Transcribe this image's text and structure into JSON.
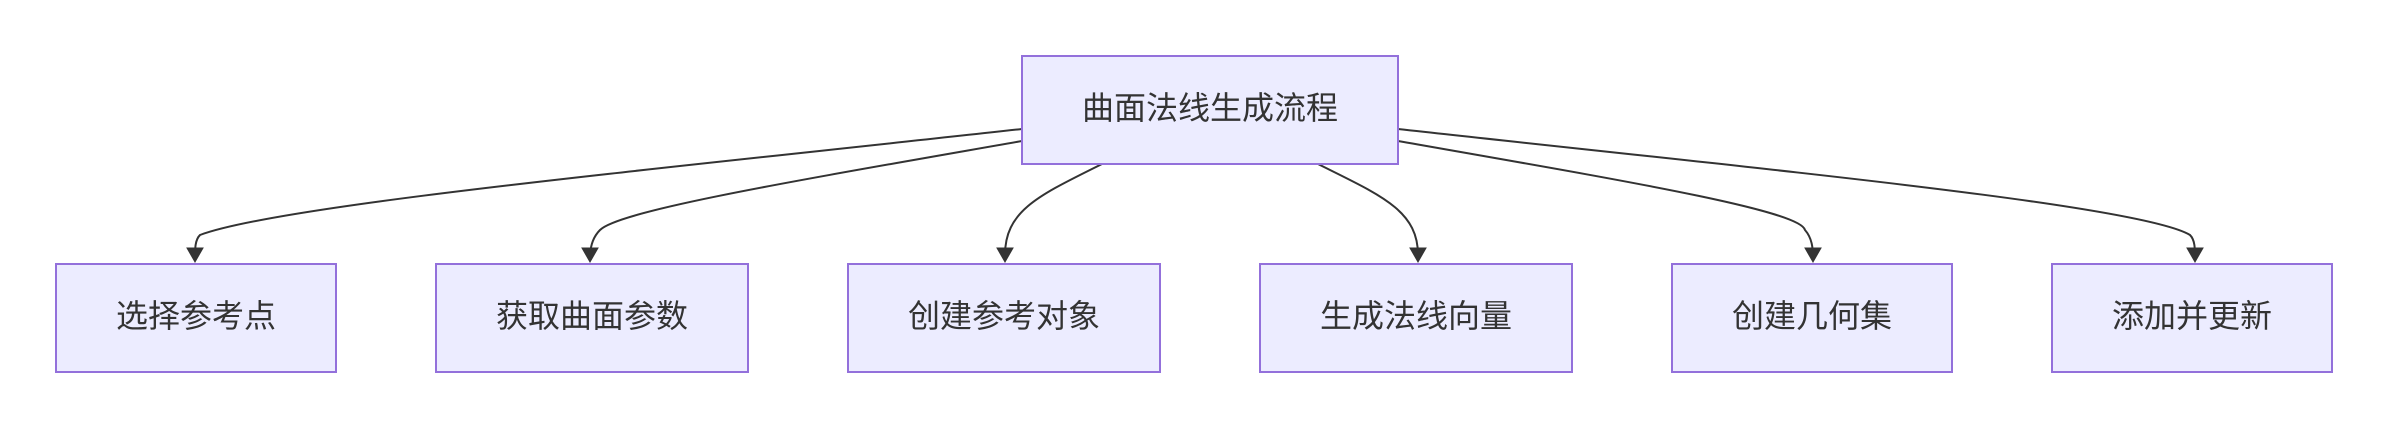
{
  "diagram": {
    "root": {
      "label": "曲面法线生成流程"
    },
    "children": [
      {
        "label": "选择参考点"
      },
      {
        "label": "获取曲面参数"
      },
      {
        "label": "创建参考对象"
      },
      {
        "label": "生成法线向量"
      },
      {
        "label": "创建几何集"
      },
      {
        "label": "添加并更新"
      }
    ]
  },
  "colors": {
    "node_fill": "#ececff",
    "node_border": "#9370db",
    "edge": "#333333",
    "text": "#333333"
  }
}
